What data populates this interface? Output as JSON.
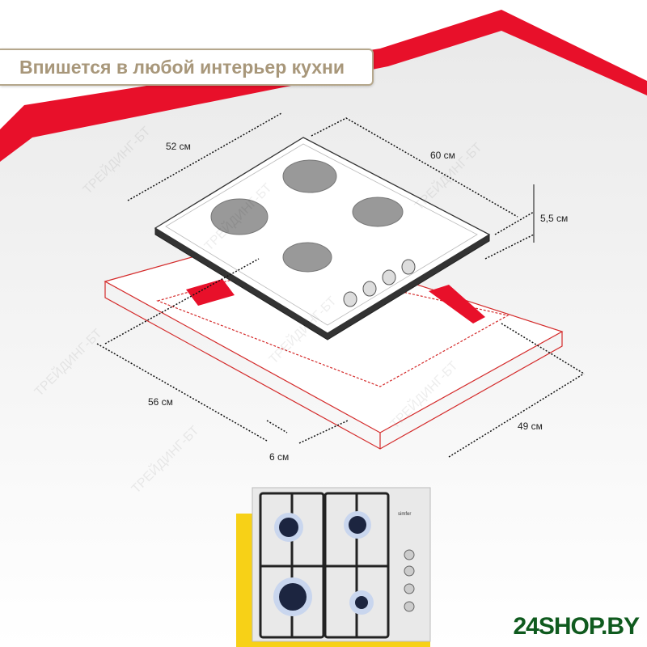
{
  "header": {
    "title": "Впишется в любой интерьер кухни"
  },
  "dimensions": {
    "hob_depth": "52 см",
    "hob_width": "60 см",
    "hob_height": "5,5 см",
    "cutout_width": "56 см",
    "cutout_depth": "49 см",
    "margin": "6 см"
  },
  "photo": {
    "brand_logo": "simfer"
  },
  "watermark": "ТРЕЙДИНГ-БТ",
  "shop": {
    "logo": "24SHOP.BY"
  },
  "colors": {
    "accent_red": "#e8102a",
    "yellow": "#f7d117",
    "title_gold": "#a8977a",
    "shop_green": "#0f5a1e"
  }
}
